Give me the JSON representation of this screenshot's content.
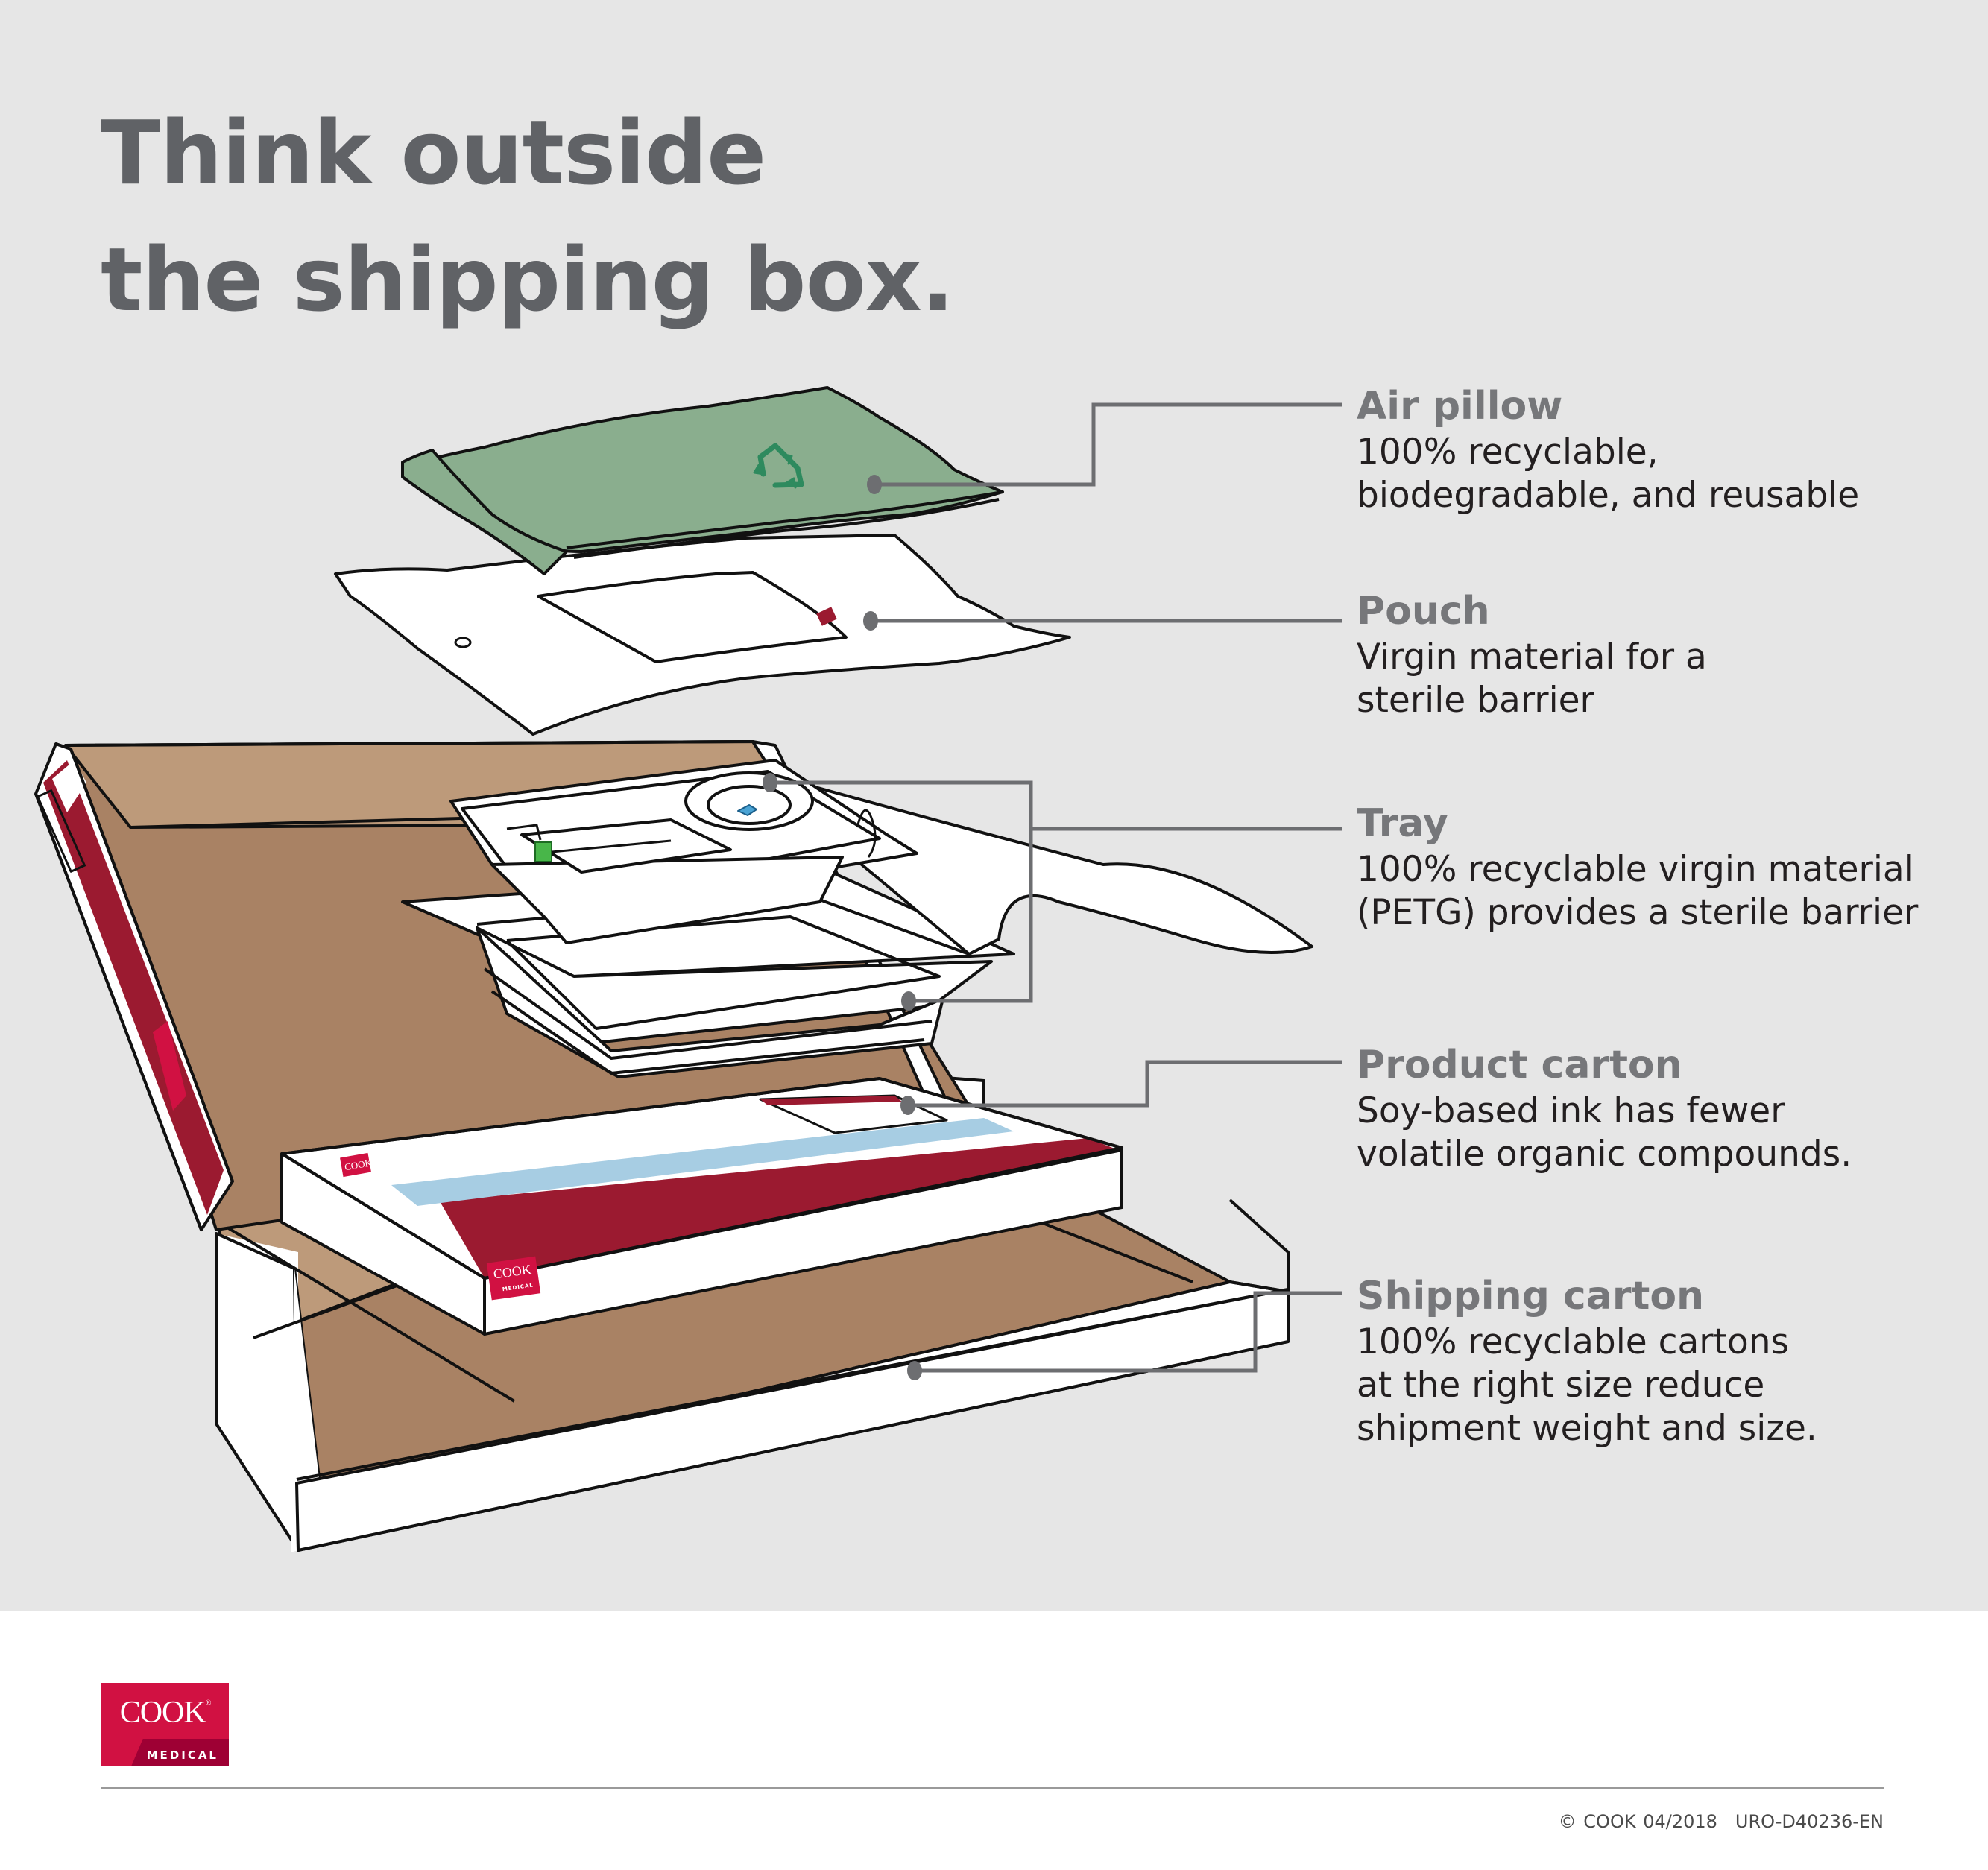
{
  "header": {
    "title_line1": "Think outside",
    "title_line2": "the shipping box."
  },
  "callouts": [
    {
      "id": "air-pillow",
      "label": "Air pillow",
      "description": "100% recyclable,\nbiodegradable, and reusable"
    },
    {
      "id": "pouch",
      "label": "Pouch",
      "description": "Virgin material for a\nsterile barrier"
    },
    {
      "id": "tray",
      "label": "Tray",
      "description": "100% recyclable virgin material\n(PETG) provides a sterile barrier"
    },
    {
      "id": "product-carton",
      "label": "Product carton",
      "description": "Soy-based ink has fewer\nvolatile organic compounds."
    },
    {
      "id": "shipping-carton",
      "label": "Shipping carton",
      "description": "100% recyclable cartons\nat the right size reduce\nshipment weight and size."
    }
  ],
  "illustration": {
    "pillow_icon": "recycle-icon",
    "carton_brand": "COOK",
    "carton_brand_sub": "MEDICAL"
  },
  "footer": {
    "logo_text": "COOK",
    "logo_registered": "®",
    "logo_subtext": "MEDICAL",
    "copyright": "© COOK 04/2018",
    "document_code": "URO-D40236-EN"
  },
  "colors": {
    "background_panel": "#e6e6e6",
    "title": "#606266",
    "callout_heading": "#76777a",
    "leader_line": "#6d6e71",
    "pillow_green": "#8aae8e",
    "recycle_green": "#2e8a5e",
    "brand_red": "#d11142",
    "carton_red": "#9b1a30",
    "stripe_blue": "#a7cde3",
    "cardboard_light": "#bd9a7a",
    "cardboard_dark": "#a98264"
  }
}
